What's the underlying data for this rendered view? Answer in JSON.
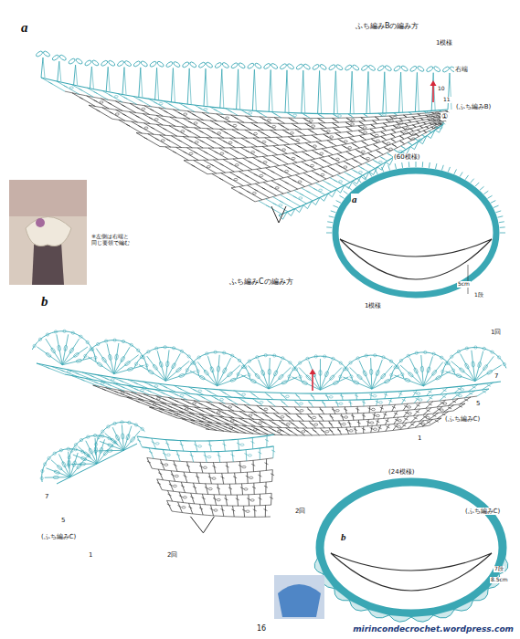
{
  "diagram": {
    "labels": [
      "a",
      "ふち編みBの編み方",
      "1模様",
      "右端",
      "10",
      "11",
      "(ふち編みB)",
      "①",
      "(60模様)",
      "a",
      "5cm",
      "1段",
      "※左側は右端と 同じ要領で編む",
      "ふち編みCの編み方",
      "b",
      "1模様",
      "1回",
      "7",
      "5",
      "(ふち編みC)",
      "7",
      "5",
      "(ふち編みC)",
      "1",
      "2回",
      "1",
      "(24模様)",
      "(ふち編みC)",
      "b",
      "2回",
      "7段",
      "8.5cm",
      "16",
      "mirincondecrochet.wordpress.com"
    ]
  }
}
